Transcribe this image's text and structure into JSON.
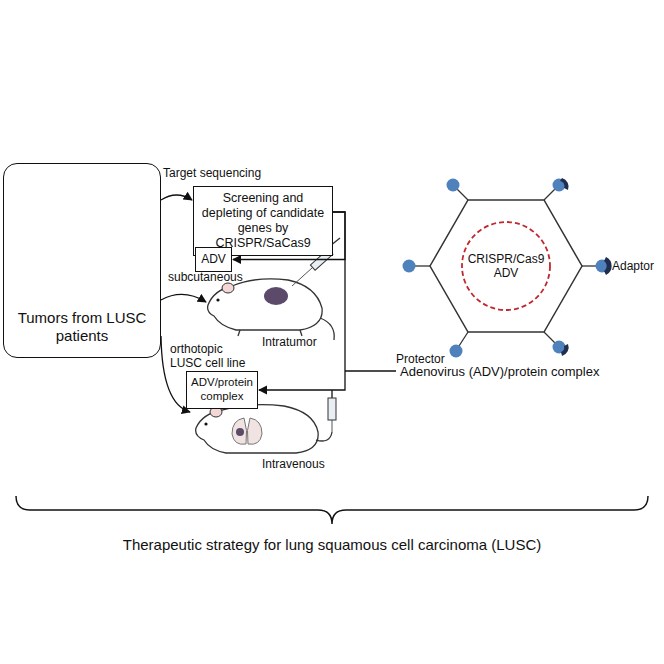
{
  "diagram": {
    "caption": "Therapeutic strategy for lung squamous cell carcinoma (LUSC)",
    "nodes": [
      {
        "text": [
          "Tumors from LUSC patients"
        ]
      },
      {
        "text": [
          "Screening and depleting of candidate genes by CRISPR/SaCas9"
        ]
      },
      {
        "text": [
          "ADV"
        ]
      },
      {
        "text": [
          "ADV/protein complex"
        ]
      },
      {
        "text": [
          "CRISPR/Cas9 ADV"
        ]
      }
    ],
    "edges": [
      {
        "from": 0,
        "to": 1,
        "label": "Target sequencing",
        "arrow": "to"
      },
      {
        "from": 1,
        "to": 2,
        "arrow": "to"
      },
      {
        "from": 1,
        "to": 3,
        "arrow": "to"
      }
    ],
    "labels": [
      "subcutaneous",
      "orthotopic LUSC cell line",
      "Intratumor",
      "Intravenous",
      "Protector",
      "Adaptor",
      "Adenovirus (ADV)/protein complex"
    ]
  }
}
